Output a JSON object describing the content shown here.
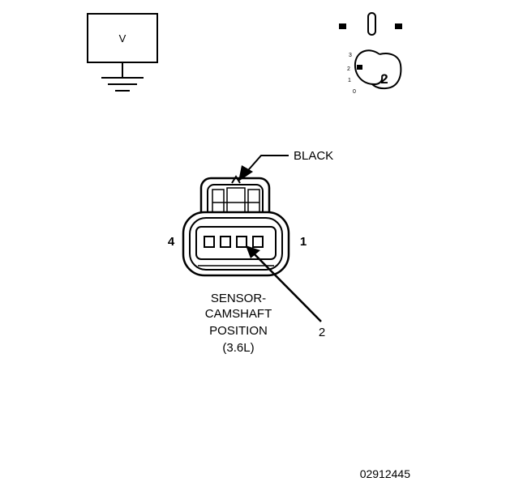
{
  "voltmeter": {
    "label": "V"
  },
  "ignition_switch": {
    "positions": [
      "3",
      "2",
      "1",
      "0"
    ],
    "key_position": "2"
  },
  "connector": {
    "color_label": "BLACK",
    "pin_left": "4",
    "pin_right": "1",
    "pin_callout": "2",
    "caption_lines": [
      "SENSOR-",
      "CAMSHAFT",
      "POSITION",
      "(3.6L)"
    ]
  },
  "figure_id": "02912445"
}
